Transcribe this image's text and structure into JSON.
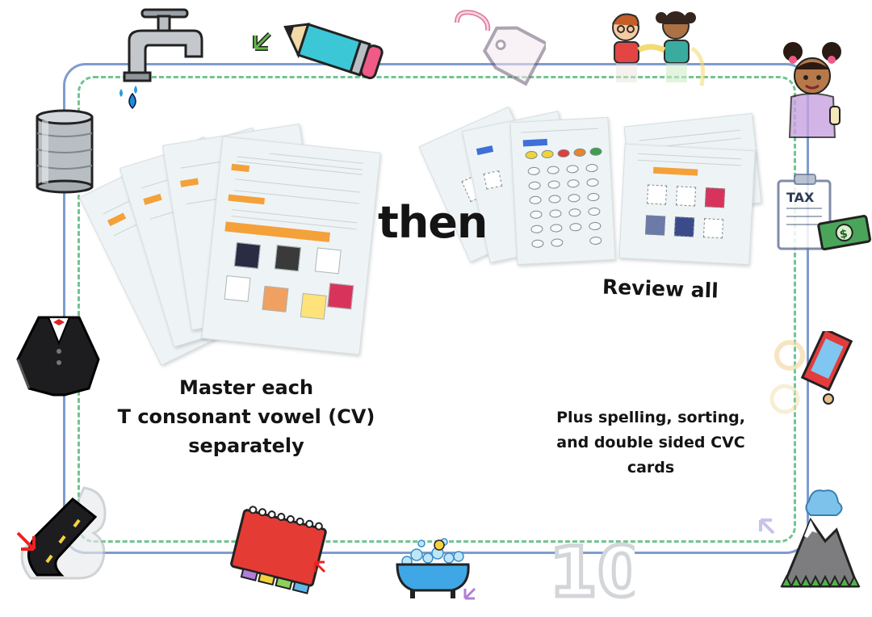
{
  "main": {
    "then_label": "then",
    "review_label": "Review all",
    "master_lines": [
      "Master each",
      "T consonant vowel (CV)",
      "separately"
    ],
    "plus_lines": [
      "Plus spelling, sorting,",
      "and double sided CVC",
      "cards"
    ]
  },
  "decorations": {
    "tax_label": "TAX",
    "number_label": "10"
  },
  "colors": {
    "outer_border": "#7f9ccf",
    "dashed_border": "#72c493",
    "accent_orange": "#f4a13a"
  }
}
